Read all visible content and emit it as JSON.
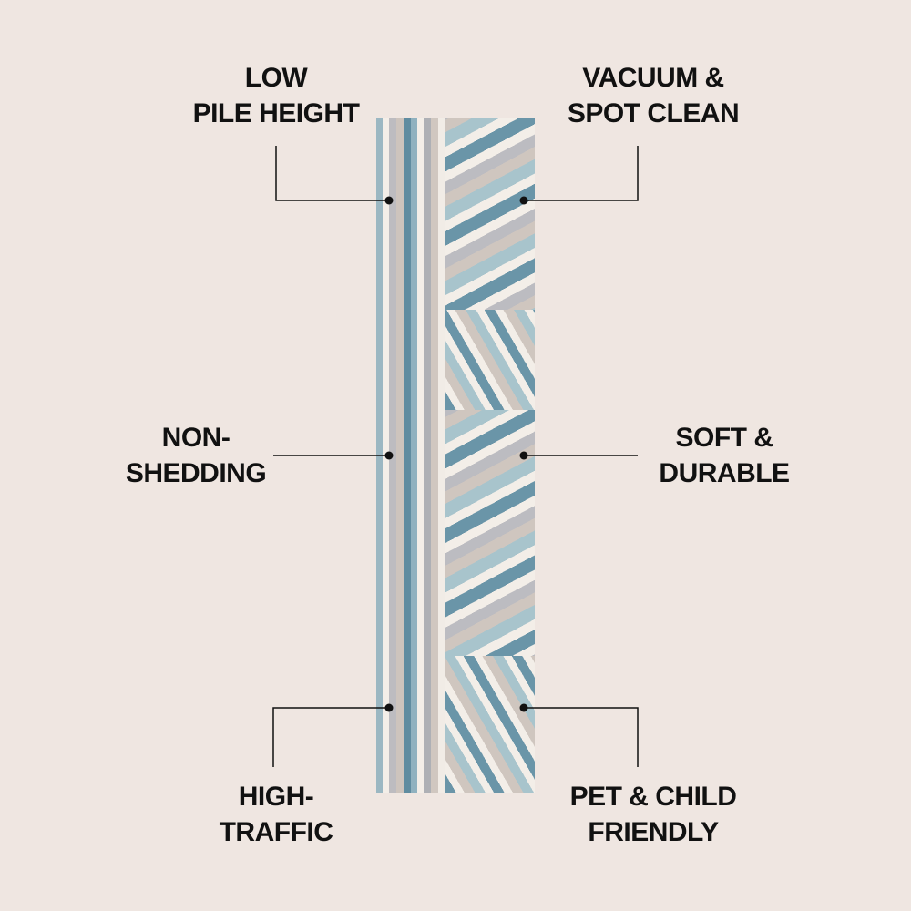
{
  "features": [
    {
      "lines": [
        "LOW",
        "PILE HEIGHT"
      ]
    },
    {
      "lines": [
        "VACUUM &",
        "SPOT CLEAN"
      ]
    },
    {
      "lines": [
        "NON-",
        "SHEDDING"
      ]
    },
    {
      "lines": [
        "SOFT &",
        "DURABLE"
      ]
    },
    {
      "lines": [
        "HIGH-",
        "TRAFFIC"
      ]
    },
    {
      "lines": [
        "PET & CHILD",
        "FRIENDLY"
      ]
    }
  ],
  "colors": {
    "background": "#efe6e1",
    "text": "#111111",
    "rug_blue": "#6a95a8",
    "rug_light_blue": "#a8c4cc",
    "rug_cream": "#f3eee8",
    "rug_gray": "#bdbcc0"
  }
}
